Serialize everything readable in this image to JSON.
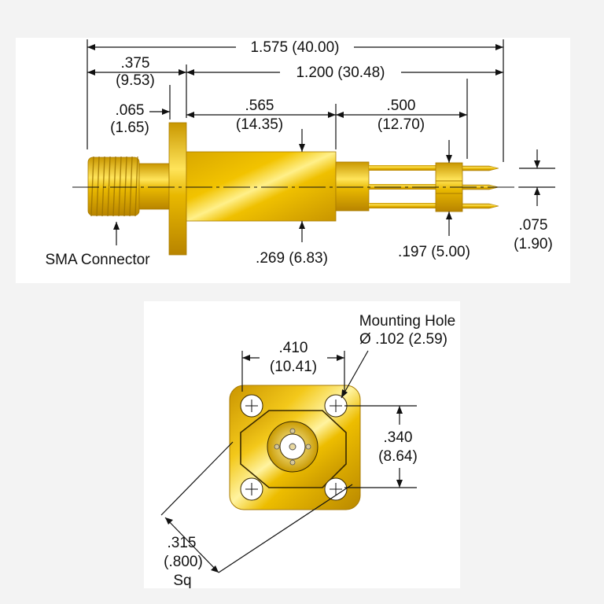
{
  "colors": {
    "gold_dark": "#b88a00",
    "gold": "#e5b800",
    "gold_light": "#fff08a",
    "line": "#111111",
    "panel": "#ffffff",
    "background": "#f3f3f3"
  },
  "side_view": {
    "overall": "1.575 (40.00)",
    "length_after_flange": "1.200 (30.48)",
    "connector_len": ".375",
    "connector_len_mm": "(9.53)",
    "flange_thickness": ".065",
    "flange_thickness_mm": "(1.65)",
    "body_len": ".565",
    "body_len_mm": "(14.35)",
    "pin_len": ".500",
    "pin_len_mm": "(12.70)",
    "body_dia": ".269 (6.83)",
    "pin_holder_dia": ".197 (5.00)",
    "pin_spacing": ".075",
    "pin_spacing_mm": "(1.90)",
    "connector_label": "SMA Connector"
  },
  "end_view": {
    "hole_spacing_x": ".410",
    "hole_spacing_x_mm": "(10.41)",
    "hole_spacing_y": ".340",
    "hole_spacing_y_mm": "(8.64)",
    "mounting_hole_title": "Mounting Hole",
    "mounting_hole_dia": "Ø .102 (2.59)",
    "square_size": ".315",
    "square_size_mm": "(.800)",
    "square_suffix": "Sq"
  }
}
